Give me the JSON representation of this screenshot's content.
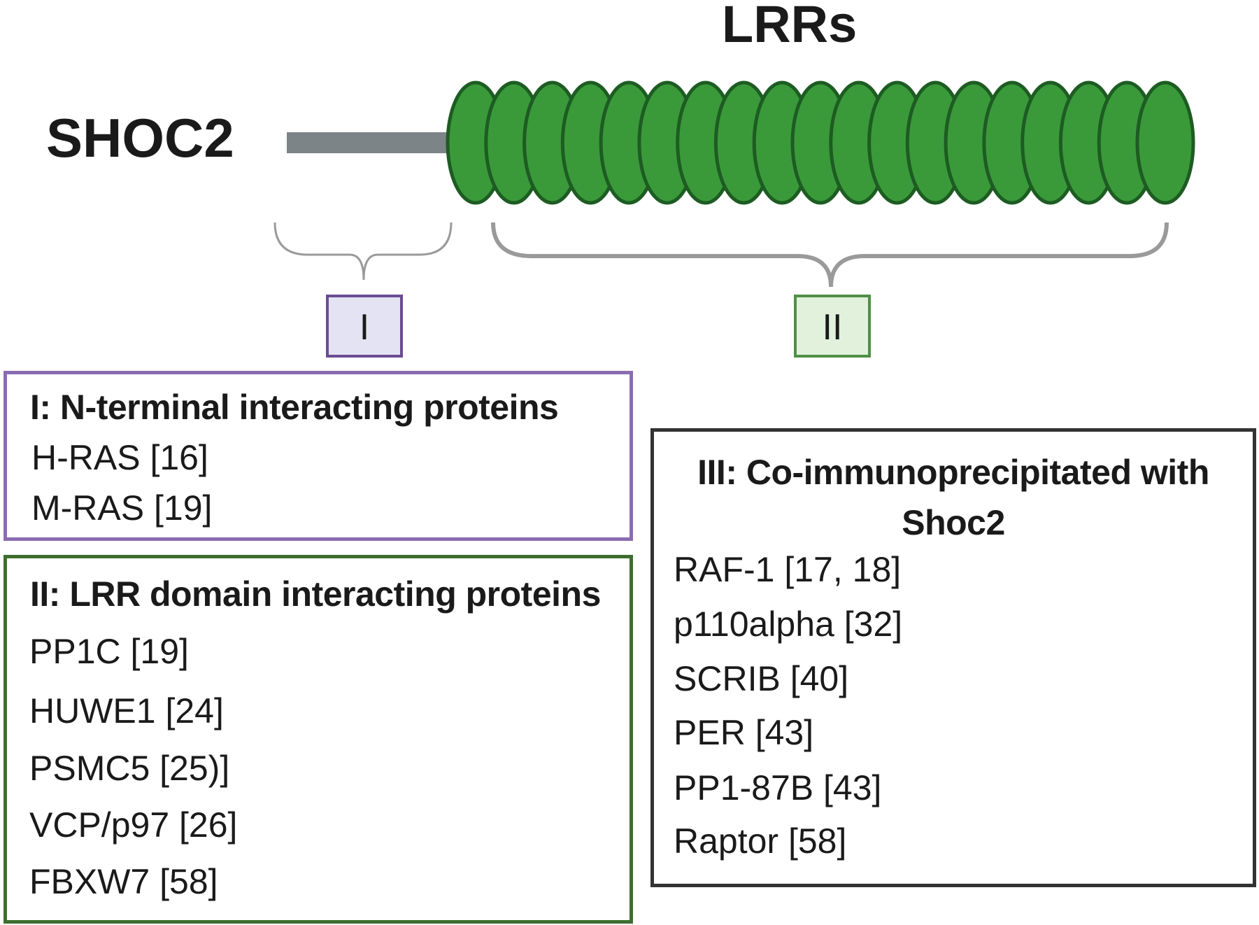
{
  "protein_name": "SHOC2",
  "domain_label": "LRRs",
  "lrr_repeat_count": 19,
  "colors": {
    "lrr_fill": "#3a9a3a",
    "lrr_stroke": "#1d5c22",
    "linker": "#7d8487",
    "bracket": "#9a9a9a",
    "region_I_border": "#6a4c93",
    "region_I_fill": "#e4e3f3",
    "region_II_border": "#4f8f45",
    "region_II_fill": "#e2f1dc",
    "box_I_border": "#8b6bb1",
    "box_II_border": "#3c6e2f",
    "box_III_border": "#333333"
  },
  "region_labels": {
    "I": "I",
    "II": "II"
  },
  "boxes": {
    "n_terminal": {
      "title": "I: N-terminal interacting proteins",
      "entries": [
        "H-RAS [16]",
        "M-RAS [19]"
      ]
    },
    "lrr_domain": {
      "title": "II: LRR domain interacting proteins",
      "entries": [
        "PP1C  [19]",
        "HUWE1 [24]",
        "PSMC5  [25)]",
        "VCP/p97 [26]",
        "FBXW7  [58]"
      ]
    },
    "co_ip": {
      "title_line1": "III: Co-immunoprecipitated with",
      "title_line2": "Shoc2",
      "entries": [
        "RAF-1 [17, 18]",
        "p110alpha  [32]",
        "SCRIB  [40]",
        "PER [43]",
        "PP1-87B  [43]",
        "Raptor  [58]"
      ]
    }
  }
}
